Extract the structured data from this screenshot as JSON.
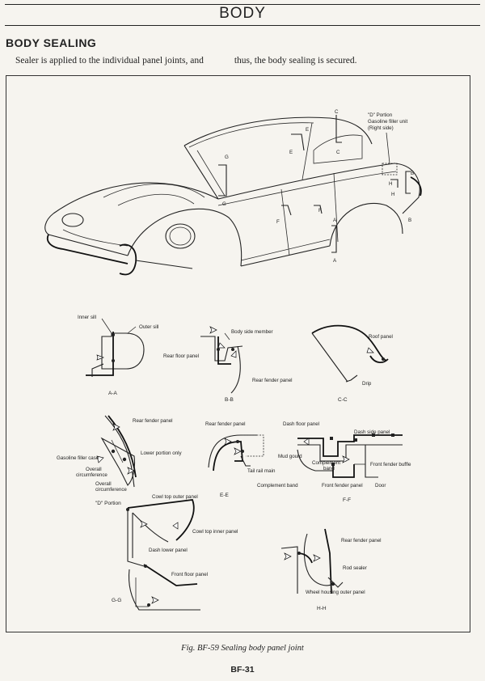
{
  "header": {
    "title": "BODY"
  },
  "section": {
    "title": "BODY SEALING"
  },
  "intro": {
    "part1": "Sealer is applied to the individual panel joints, and",
    "part2": "thus, the body sealing is secured."
  },
  "figure": {
    "caption": "Fig. BF-59  Sealing body panel joint",
    "main_view": {
      "cut_letters": [
        "C",
        "E",
        "E",
        "C",
        "G",
        "G",
        "F",
        "F",
        "A",
        "A",
        "B",
        "B",
        "H",
        "H"
      ],
      "d_portion_label": [
        "\"D\" Portion",
        "Gasoline filler unit",
        "(Right side)"
      ]
    },
    "sections": {
      "a_a": {
        "name": "A-A",
        "labels": [
          "Inner sill",
          "Outer sill"
        ]
      },
      "b_b": {
        "name": "B-B",
        "labels": [
          "Body side member",
          "Rear floor panel",
          "Rear fender panel"
        ]
      },
      "c_c": {
        "name": "C-C",
        "labels": [
          "Roof panel",
          "Drip"
        ]
      },
      "d": {
        "name": "\"D\" Portion",
        "labels": [
          "Rear fender panel",
          "Gasoline filler case",
          "Lower portion only",
          "Overall",
          "circumference",
          "Overall",
          "circumference"
        ]
      },
      "e_e": {
        "name": "E-E",
        "labels": [
          "Rear fender panel",
          "Tail rail main"
        ]
      },
      "f_f": {
        "name": "F-F",
        "labels": [
          "Dash floor panel",
          "Dash side panel",
          "Mud gourd",
          "Complement",
          "band",
          "Front fender buffle",
          "Complement band",
          "Front fender panel",
          "Door"
        ]
      },
      "g_g": {
        "name": "G-G",
        "labels": [
          "Cowl top outer panel",
          "Cowl top inner panel",
          "Dash lower panel",
          "Front floor panel"
        ]
      },
      "h_h": {
        "name": "H-H",
        "labels": [
          "Rear fender panel",
          "Rod sealer",
          "Wheel housing outer panel"
        ]
      }
    }
  },
  "page_number": "BF-31"
}
